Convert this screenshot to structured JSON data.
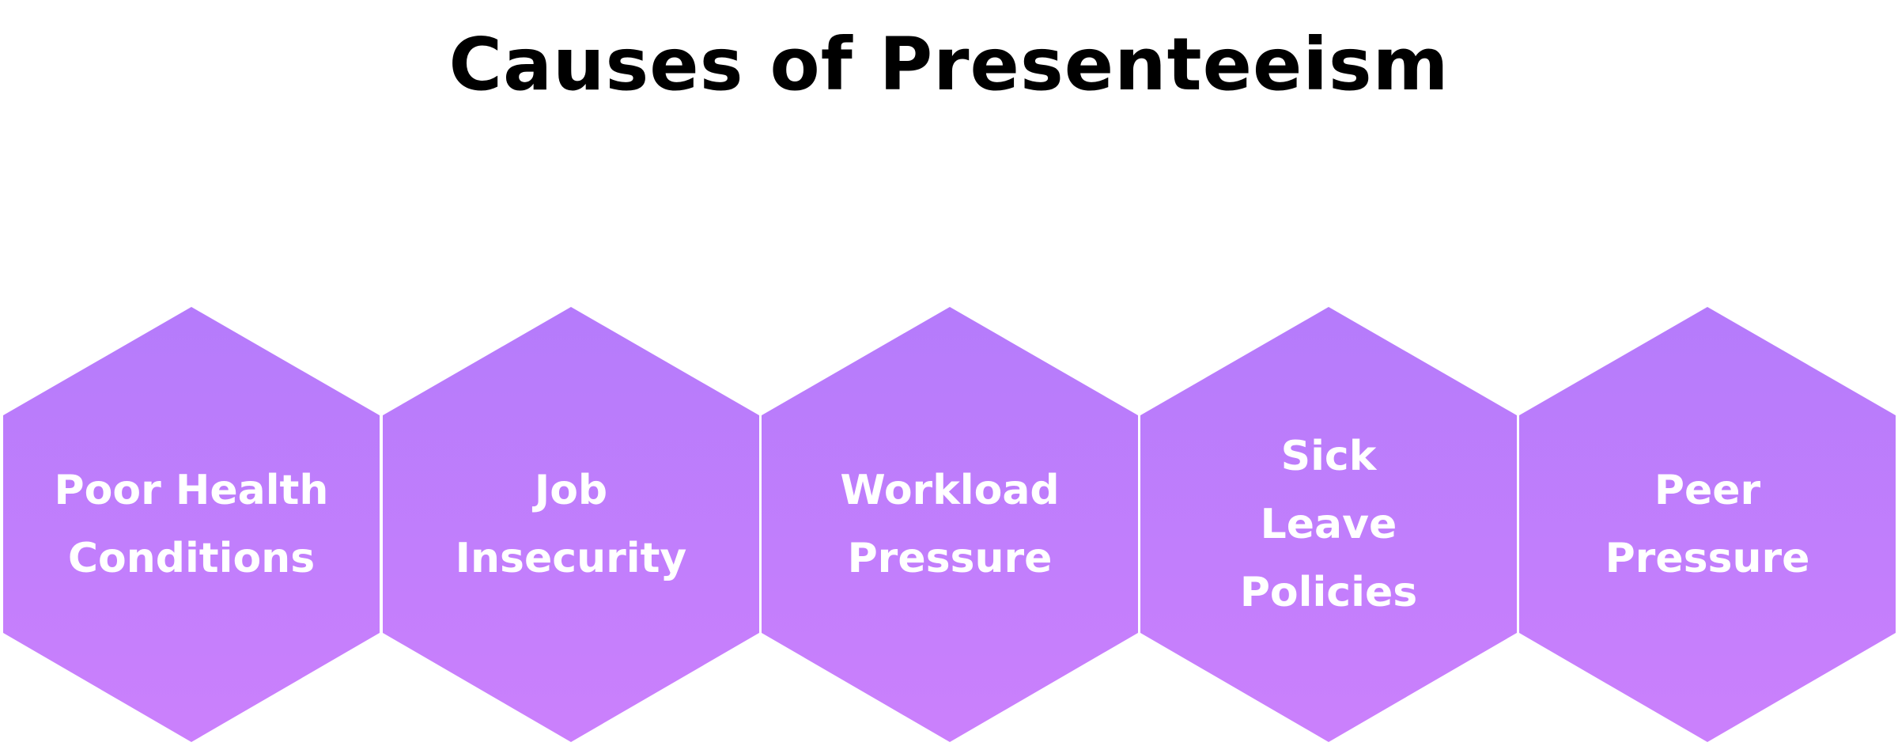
{
  "title": "Causes of Presenteeism",
  "hexagon_fill": {
    "top": "#b57bfb",
    "bottom": "#cb80fc"
  },
  "text_color": "#ffffff",
  "causes": [
    {
      "label": "Poor Health\nConditions"
    },
    {
      "label": "Job\nInsecurity"
    },
    {
      "label": "Workload\nPressure"
    },
    {
      "label": "Sick\nLeave\nPolicies"
    },
    {
      "label": "Peer\nPressure"
    }
  ]
}
